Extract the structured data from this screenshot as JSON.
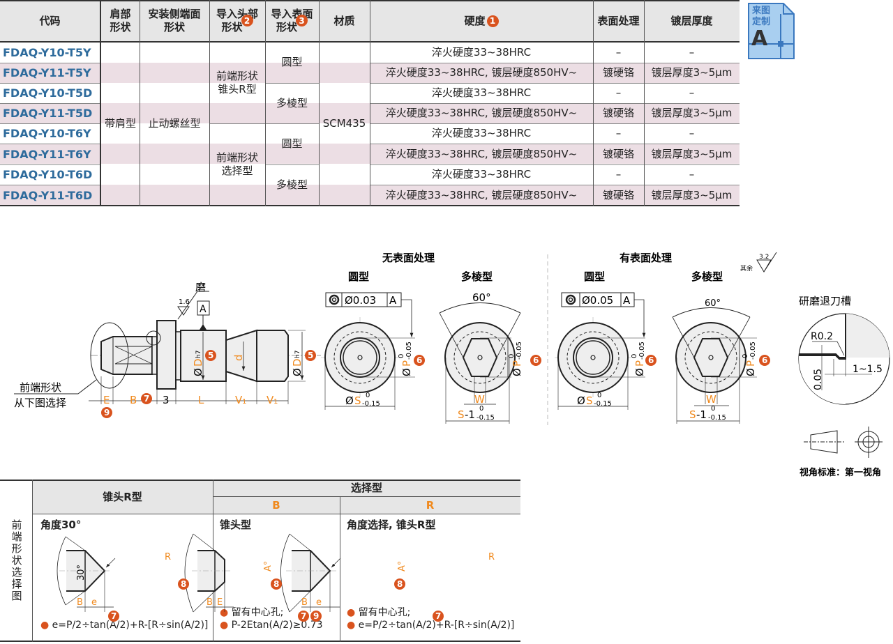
{
  "table": {
    "headers": {
      "code": "代码",
      "shoulder": "肩部\n形状",
      "mount": "安装侧端面\n形状",
      "head": "导入头部\n形状",
      "surface": "导入表面\n形状",
      "material": "材质",
      "hardness": "硬度",
      "treatment": "表面处理",
      "thickness": "镀层厚度"
    },
    "badges": {
      "hardness": "1",
      "head": "2",
      "surface": "3"
    },
    "shoulder": "带肩型",
    "mount": "止动螺丝型",
    "material": "SCM435",
    "head_groups": [
      "前端形状\n锥头R型",
      "前端形状\n选择型"
    ],
    "surface_groups": [
      "圆型",
      "多棱型",
      "圆型",
      "多棱型"
    ],
    "rows": [
      {
        "code": "FDAQ-Y10-T5Y",
        "hardness": "淬火硬度33~38HRC",
        "treatment": "–",
        "thickness": "–"
      },
      {
        "code": "FDAQ-Y11-T5Y",
        "hardness": "淬火硬度33~38HRC, 镀层硬度850HV~",
        "treatment": "镀硬铬",
        "thickness": "镀层厚度3~5μm"
      },
      {
        "code": "FDAQ-Y10-T5D",
        "hardness": "淬火硬度33~38HRC",
        "treatment": "–",
        "thickness": "–"
      },
      {
        "code": "FDAQ-Y11-T5D",
        "hardness": "淬火硬度33~38HRC, 镀层硬度850HV~",
        "treatment": "镀硬铬",
        "thickness": "镀层厚度3~5μm"
      },
      {
        "code": "FDAQ-Y10-T6Y",
        "hardness": "淬火硬度33~38HRC",
        "treatment": "–",
        "thickness": "–"
      },
      {
        "code": "FDAQ-Y11-T6Y",
        "hardness": "淬火硬度33~38HRC, 镀层硬度850HV~",
        "treatment": "镀硬铬",
        "thickness": "镀层厚度3~5μm"
      },
      {
        "code": "FDAQ-Y10-T6D",
        "hardness": "淬火硬度33~38HRC",
        "treatment": "–",
        "thickness": "–"
      },
      {
        "code": "FDAQ-Y11-T6D",
        "hardness": "淬火硬度33~38HRC, 镀层硬度850HV~",
        "treatment": "镀硬铬",
        "thickness": "镀层厚度3~5μm"
      }
    ]
  },
  "custom_badge": {
    "line1": "来图",
    "line2": "定制",
    "letter": "A"
  },
  "drawing": {
    "grind": "磨",
    "rough_16": "1.6",
    "datum": "A",
    "front_label1": "前端形状",
    "front_label2": "从下图选择",
    "dims": {
      "E": "E",
      "B": "B",
      "three": "3",
      "L": "L",
      "V1": "V₁",
      "D": "Ø",
      "Dsub": "D",
      "Dtol": "h7",
      "d": "d"
    },
    "badges": {
      "b5": "5",
      "b6": "6",
      "b7": "7",
      "b8": "8",
      "b9": "9"
    },
    "no_treatment": "无表面处理",
    "with_treatment": "有表面处理",
    "round": "圆型",
    "poly": "多棱型",
    "fcf1": "Ø0.03",
    "fcf2": "Ø0.05",
    "angle": "60°",
    "P": "P",
    "Ptol_up": "0",
    "Ptol_low": "-0.05",
    "S": "S",
    "Stol_up": "0",
    "Stol_low": "-0.15",
    "S1": "-1",
    "W": "W",
    "phi": "Ø",
    "other": "其余",
    "rough_32": "3.2",
    "groove_title": "研磨退刀槽",
    "R02": "R0.2",
    "g005": "0.05",
    "g115": "1~1.5",
    "projection": "视角标准：第一视角"
  },
  "front_table": {
    "side_label": "前端形状选择图",
    "col1": "锥头R型",
    "select": "选择型",
    "B": "B",
    "R": "R",
    "p1_title": "角度30°",
    "p2_title": "锥头型",
    "p3_title": "角度选择, 锥头R型",
    "angle30": "30°",
    "A": "A°",
    "Rlbl": "R",
    "Blbl": "B",
    "elbl": "e",
    "Elbl": "E",
    "center_hole": "留有中心孔;",
    "formula1": "e=P/2÷tan(A/2)+R-[R÷sin(A/2)]",
    "formula2": "P-2Etan(A/2)≥0.73",
    "formula3": "e=P/2÷tan(A/2)+R-[R÷sin(A/2)]"
  }
}
